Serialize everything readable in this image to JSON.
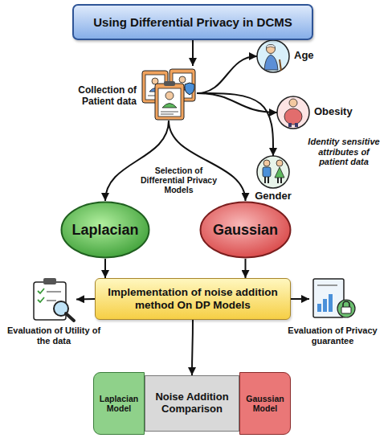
{
  "diagram": {
    "nodes": [
      {
        "text": [
          "Using Differential Privacy in DCMS"
        ]
      },
      {
        "text": [
          "Collection of Patient data"
        ]
      },
      {
        "text": [
          "Age"
        ]
      },
      {
        "text": [
          "Obesity"
        ]
      },
      {
        "text": [
          "Gender"
        ]
      },
      {
        "text": [
          "Laplacian"
        ]
      },
      {
        "text": [
          "Gaussian"
        ]
      },
      {
        "text": [
          "Implementation of noise addition method On DP Models"
        ]
      },
      {
        "text": [
          "Evaluation of Utility of the data"
        ]
      },
      {
        "text": [
          "Evaluation of Privacy guarantee"
        ]
      },
      {
        "text": [
          "Laplacian Model"
        ]
      },
      {
        "text": [
          "Noise Addition Comparison"
        ]
      },
      {
        "text": [
          "Gaussian Model"
        ]
      }
    ],
    "edges": [
      {
        "from": 0,
        "to": 1,
        "arrow": "to"
      },
      {
        "from": 1,
        "to": 2,
        "arrow": "to"
      },
      {
        "from": 1,
        "to": 3,
        "arrow": "to"
      },
      {
        "from": 1,
        "to": 4,
        "arrow": "to"
      },
      {
        "from": 1,
        "to": 5,
        "arrow": "to"
      },
      {
        "from": 1,
        "to": 6,
        "arrow": "to"
      },
      {
        "from": 5,
        "to": 7,
        "arrow": "to"
      },
      {
        "from": 6,
        "to": 7,
        "arrow": "to"
      },
      {
        "from": 7,
        "to": 8,
        "arrow": "to"
      },
      {
        "from": 7,
        "to": 9,
        "arrow": "to"
      },
      {
        "from": 7,
        "to": 11,
        "arrow": "to"
      }
    ],
    "labels": [
      "Selection of Differential Privacy Models",
      "Identity sensitive attributes of patient data"
    ]
  }
}
